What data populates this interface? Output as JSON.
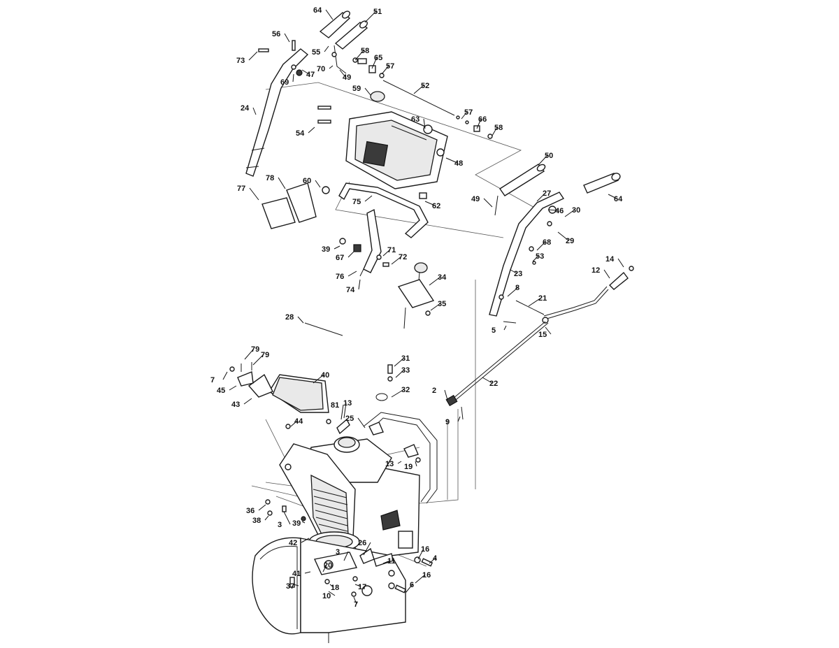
{
  "callouts": [
    {
      "text": "64",
      "id": "c64a"
    },
    {
      "text": "51",
      "id": "c51"
    },
    {
      "text": "56",
      "id": "c56"
    },
    {
      "text": "73",
      "id": "c73"
    },
    {
      "text": "55",
      "id": "c55"
    },
    {
      "text": "58",
      "id": "c58a"
    },
    {
      "text": "65",
      "id": "c65"
    },
    {
      "text": "57",
      "id": "c57a"
    },
    {
      "text": "70",
      "id": "c70"
    },
    {
      "text": "47",
      "id": "c47"
    },
    {
      "text": "49",
      "id": "c49a"
    },
    {
      "text": "69",
      "id": "c69"
    },
    {
      "text": "52",
      "id": "c52"
    },
    {
      "text": "59",
      "id": "c59"
    },
    {
      "text": "24",
      "id": "c24"
    },
    {
      "text": "57",
      "id": "c57b"
    },
    {
      "text": "63",
      "id": "c63"
    },
    {
      "text": "66",
      "id": "c66"
    },
    {
      "text": "58",
      "id": "c58b"
    },
    {
      "text": "54",
      "id": "c54"
    },
    {
      "text": "48",
      "id": "c48"
    },
    {
      "text": "50",
      "id": "c50"
    },
    {
      "text": "78",
      "id": "c78"
    },
    {
      "text": "60",
      "id": "c60"
    },
    {
      "text": "77",
      "id": "c77"
    },
    {
      "text": "75",
      "id": "c75"
    },
    {
      "text": "62",
      "id": "c62"
    },
    {
      "text": "27",
      "id": "c27"
    },
    {
      "text": "49",
      "id": "c49b"
    },
    {
      "text": "64",
      "id": "c64b"
    },
    {
      "text": "46",
      "id": "c46"
    },
    {
      "text": "30",
      "id": "c30"
    },
    {
      "text": "29",
      "id": "c29"
    },
    {
      "text": "68",
      "id": "c68"
    },
    {
      "text": "39",
      "id": "c39a"
    },
    {
      "text": "71",
      "id": "c71"
    },
    {
      "text": "67",
      "id": "c67"
    },
    {
      "text": "72",
      "id": "c72"
    },
    {
      "text": "53",
      "id": "c53"
    },
    {
      "text": "14",
      "id": "c14"
    },
    {
      "text": "23",
      "id": "c23"
    },
    {
      "text": "12",
      "id": "c12"
    },
    {
      "text": "76",
      "id": "c76"
    },
    {
      "text": "34",
      "id": "c34"
    },
    {
      "text": "74",
      "id": "c74"
    },
    {
      "text": "8",
      "id": "c8"
    },
    {
      "text": "21",
      "id": "c21"
    },
    {
      "text": "35",
      "id": "c35"
    },
    {
      "text": "28",
      "id": "c28"
    },
    {
      "text": "5",
      "id": "c5"
    },
    {
      "text": "15",
      "id": "c15"
    },
    {
      "text": "79",
      "id": "c79a"
    },
    {
      "text": "79",
      "id": "c79b"
    },
    {
      "text": "31",
      "id": "c31"
    },
    {
      "text": "7",
      "id": "c7a"
    },
    {
      "text": "40",
      "id": "c40"
    },
    {
      "text": "33",
      "id": "c33"
    },
    {
      "text": "45",
      "id": "c45"
    },
    {
      "text": "22",
      "id": "c22"
    },
    {
      "text": "2",
      "id": "c2"
    },
    {
      "text": "32",
      "id": "c32"
    },
    {
      "text": "43",
      "id": "c43"
    },
    {
      "text": "81",
      "id": "c81"
    },
    {
      "text": "13",
      "id": "c13a"
    },
    {
      "text": "9",
      "id": "c9"
    },
    {
      "text": "44",
      "id": "c44"
    },
    {
      "text": "25",
      "id": "c25"
    },
    {
      "text": "13",
      "id": "c13b"
    },
    {
      "text": "19",
      "id": "c19"
    },
    {
      "text": "36",
      "id": "c36"
    },
    {
      "text": "38",
      "id": "c38"
    },
    {
      "text": "3",
      "id": "c3a"
    },
    {
      "text": "39",
      "id": "c39b"
    },
    {
      "text": "42",
      "id": "c42"
    },
    {
      "text": "26",
      "id": "c26"
    },
    {
      "text": "3",
      "id": "c3b"
    },
    {
      "text": "16",
      "id": "c16a"
    },
    {
      "text": "4",
      "id": "c4"
    },
    {
      "text": "20",
      "id": "c20"
    },
    {
      "text": "11",
      "id": "c11"
    },
    {
      "text": "41",
      "id": "c41"
    },
    {
      "text": "16",
      "id": "c16b"
    },
    {
      "text": "37",
      "id": "c37"
    },
    {
      "text": "18",
      "id": "c18"
    },
    {
      "text": "17",
      "id": "c17"
    },
    {
      "text": "6",
      "id": "c6"
    },
    {
      "text": "10",
      "id": "c10"
    },
    {
      "text": "7",
      "id": "c7b"
    }
  ]
}
